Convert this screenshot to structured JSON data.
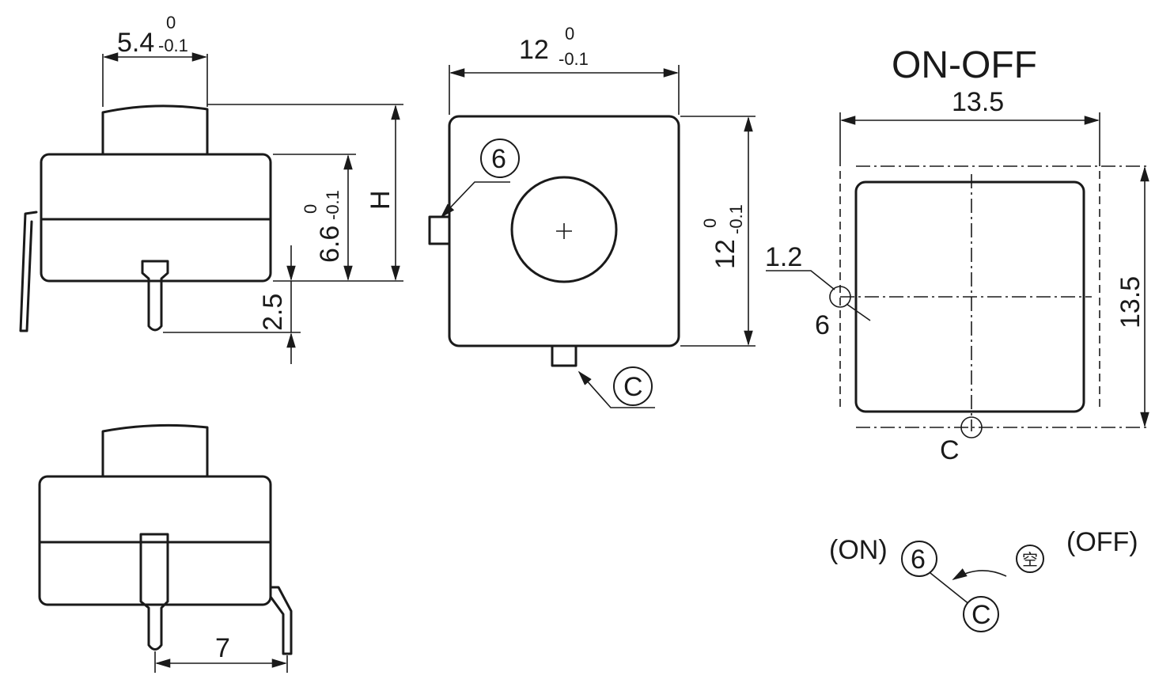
{
  "title": "ON-OFF",
  "dimensions": {
    "button_width": "5.4",
    "button_width_tol_upper": "0",
    "button_width_tol_lower": "-0.1",
    "height_label": "H",
    "body_height": "6.6",
    "body_height_tol_upper": "0",
    "body_height_tol_lower": "-0.1",
    "pin_length": "2.5",
    "top_width": "12",
    "top_width_tol_upper": "0",
    "top_width_tol_lower": "-0.1",
    "top_height": "12",
    "top_height_tol_upper": "0",
    "top_height_tol_lower": "-0.1",
    "pin_spacing": "7",
    "footprint_width": "13.5",
    "footprint_height": "13.5",
    "hole_diameter": "1.2"
  },
  "pins": {
    "pin6": "6",
    "pinC": "C",
    "pin_empty": "空",
    "footprint_pin6": "6",
    "footprint_pinC": "C"
  },
  "schematic": {
    "on_label": "(ON)",
    "off_label": "(OFF)"
  }
}
